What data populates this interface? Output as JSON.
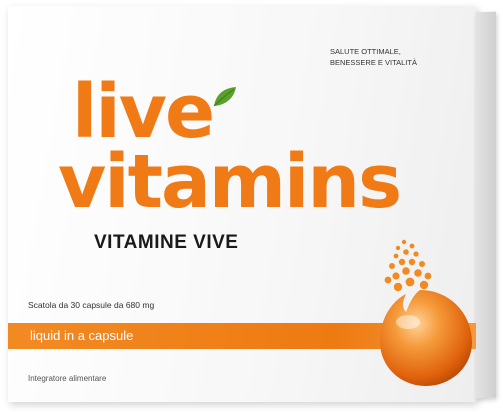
{
  "tagline": "SALUTE OTTIMALE,\nBENESSERE E VITALITÀ",
  "logo": {
    "line1": "live",
    "line2": "vitamins"
  },
  "subtitle": "VITAMINE VIVE",
  "contents": "Scatola da 30 capsule da 680 mg",
  "band_label": "liquid in a capsule",
  "footer": "Integratore alimentare",
  "colors": {
    "brand_orange": "#f07a16",
    "leaf_green": "#5aa02c",
    "text_dark": "#1a1a1a"
  },
  "icons": [
    "leaf-icon",
    "capsule-bubbles-icon"
  ]
}
